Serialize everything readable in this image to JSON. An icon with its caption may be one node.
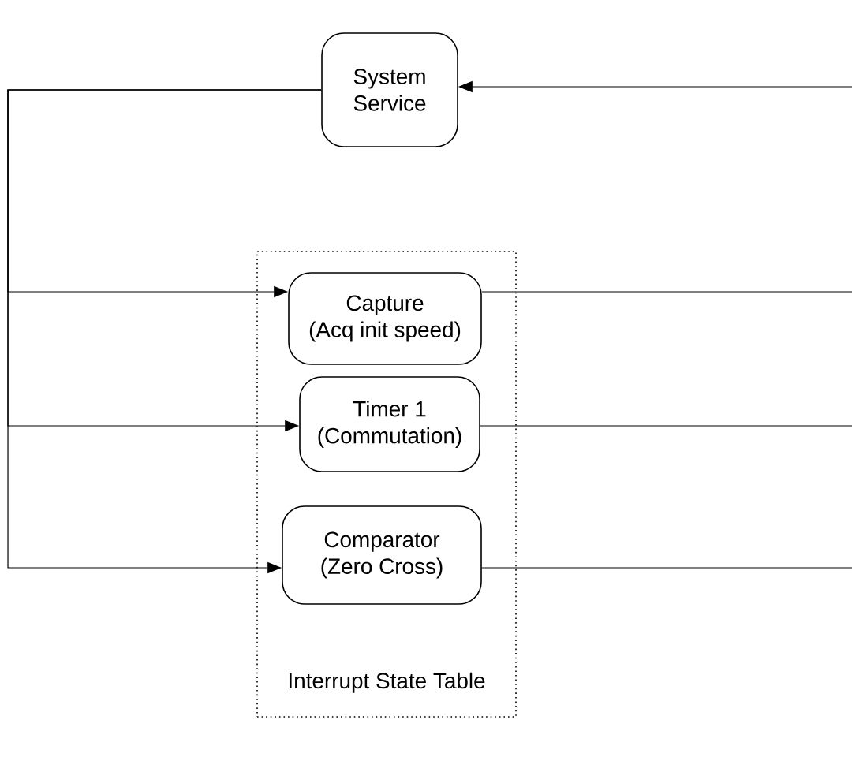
{
  "diagram": {
    "nodes": [
      {
        "text": [
          "System Service"
        ]
      },
      {
        "text": [
          "Interrupt State Table"
        ]
      },
      {
        "text": [
          "Capture",
          "(Acq init speed)"
        ],
        "in": 1
      },
      {
        "text": [
          "Timer 1",
          "(Commutation)"
        ],
        "in": 1
      },
      {
        "text": [
          "Comparator",
          "(Zero Cross)"
        ],
        "in": 1
      }
    ],
    "edges": [
      {
        "from": 0,
        "to": 2,
        "arrow": "to"
      },
      {
        "from": 0,
        "to": 3,
        "arrow": "to"
      },
      {
        "from": 0,
        "to": 4,
        "arrow": "to"
      },
      {
        "from": 2,
        "to": null,
        "arrow": "none"
      },
      {
        "from": 3,
        "to": null,
        "arrow": "none"
      },
      {
        "from": 4,
        "to": null,
        "arrow": "none"
      },
      {
        "from": null,
        "to": 0,
        "arrow": "to"
      }
    ]
  }
}
